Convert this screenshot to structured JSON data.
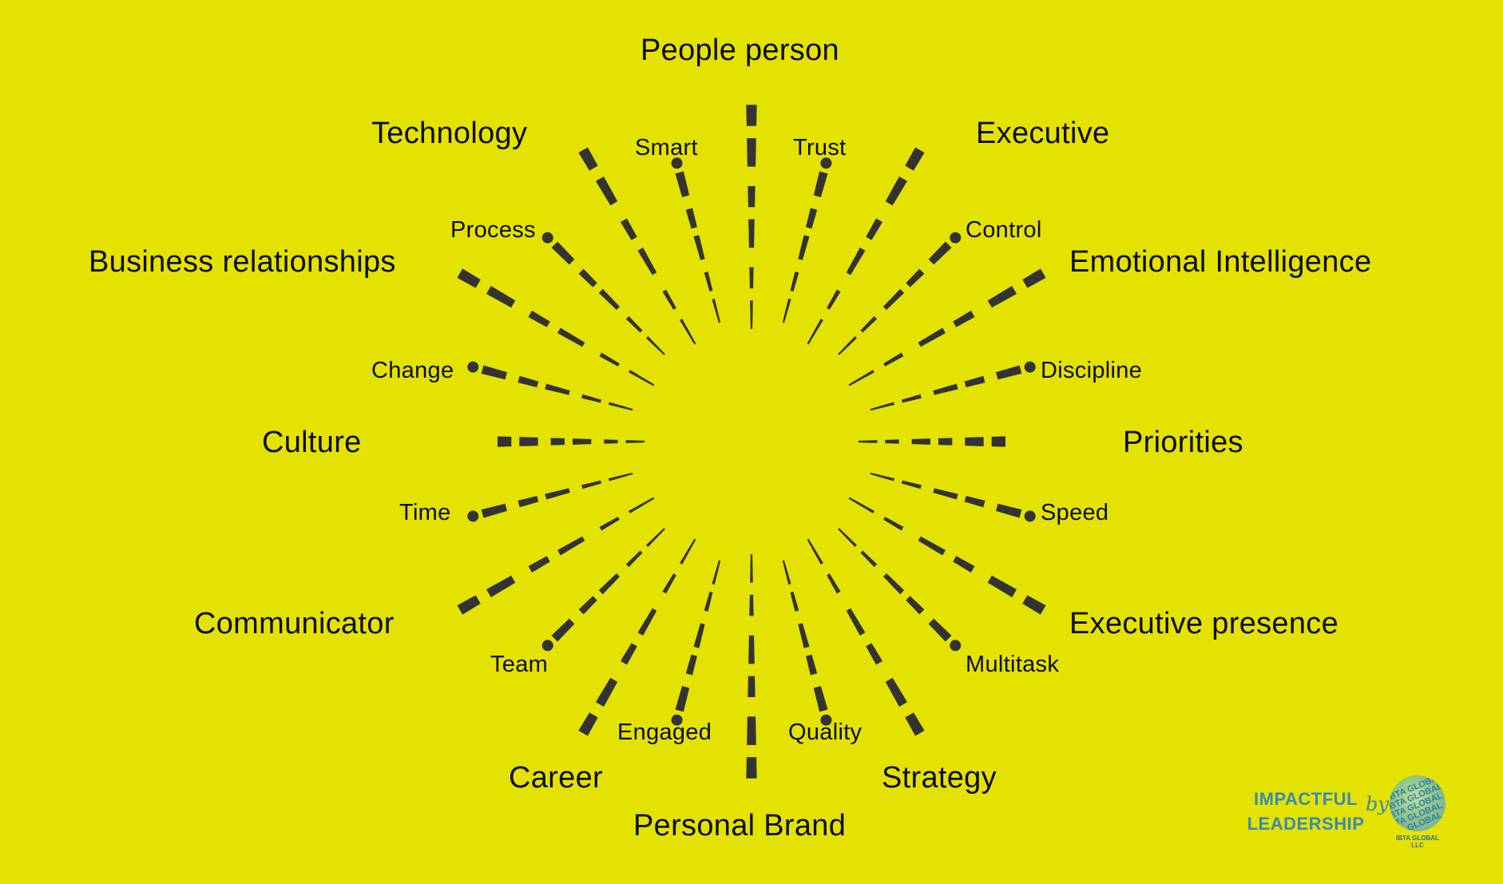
{
  "diagram": {
    "big_labels": [
      {
        "id": "people-person",
        "text": "People person"
      },
      {
        "id": "executive",
        "text": "Executive"
      },
      {
        "id": "emotional-intelligence",
        "text": "Emotional Intelligence"
      },
      {
        "id": "priorities",
        "text": "Priorities"
      },
      {
        "id": "executive-presence",
        "text": "Executive presence"
      },
      {
        "id": "strategy",
        "text": "Strategy"
      },
      {
        "id": "personal-brand",
        "text": "Personal Brand"
      },
      {
        "id": "career",
        "text": "Career"
      },
      {
        "id": "communicator",
        "text": "Communicator"
      },
      {
        "id": "culture",
        "text": "Culture"
      },
      {
        "id": "business-relationships",
        "text": "Business relationships"
      },
      {
        "id": "technology",
        "text": "Technology"
      }
    ],
    "small_labels": [
      {
        "id": "trust",
        "text": "Trust"
      },
      {
        "id": "control",
        "text": "Control"
      },
      {
        "id": "discipline",
        "text": "Discipline"
      },
      {
        "id": "speed",
        "text": "Speed"
      },
      {
        "id": "multitask",
        "text": "Multitask"
      },
      {
        "id": "quality",
        "text": "Quality"
      },
      {
        "id": "engaged",
        "text": "Engaged"
      },
      {
        "id": "team",
        "text": "Team"
      },
      {
        "id": "time",
        "text": "Time"
      },
      {
        "id": "change",
        "text": "Change"
      },
      {
        "id": "process",
        "text": "Process"
      },
      {
        "id": "smart",
        "text": "Smart"
      }
    ],
    "ray_color": "#333333",
    "background": "#e4e200"
  },
  "logo": {
    "line1": "IMPACTFUL",
    "line2": "LEADERSHIP",
    "by": "by",
    "seal_text": "IBTA GLOBAL",
    "company": "IBTA GLOBAL LLC"
  }
}
